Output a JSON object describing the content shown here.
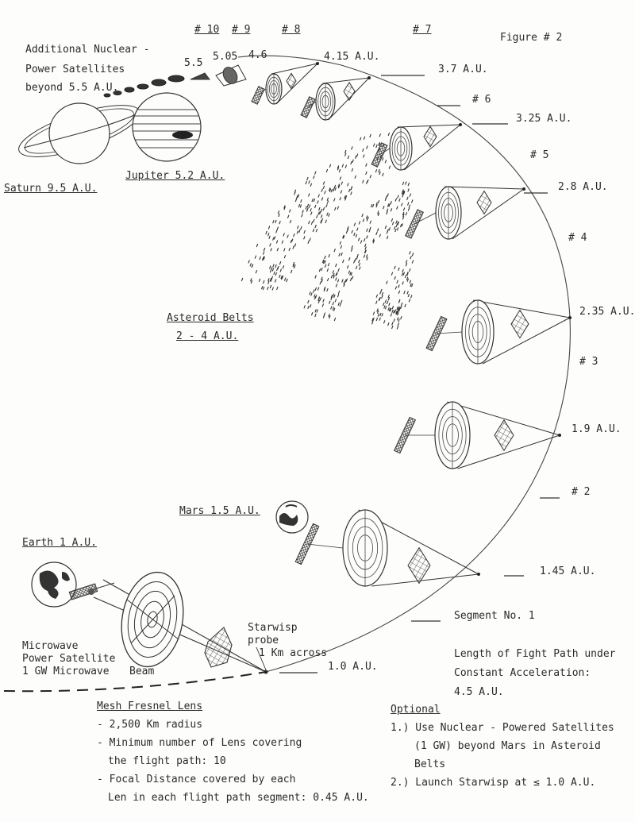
{
  "figure_label": "Figure # 2",
  "segments": [
    "# 10",
    "# 9",
    "# 8",
    "# 7",
    "# 6",
    "# 5",
    "# 4",
    "# 3",
    "# 2"
  ],
  "segment_one": "Segment No. 1",
  "distances": [
    "5.5",
    "5.05",
    "4.6",
    "4.15 A.U.",
    "3.7 A.U.",
    "3.25 A.U.",
    "2.8 A.U.",
    "2.35 A.U.",
    "1.9 A.U.",
    "1.45 A.U.",
    "1.0 A.U."
  ],
  "bodies": {
    "saturn": "Saturn 9.5 A.U.",
    "jupiter": "Jupiter 5.2 A.U.",
    "mars": "Mars 1.5 A.U.",
    "earth": "Earth 1 A.U.",
    "asteroid_title": "Asteroid Belts",
    "asteroid_range": "2 - 4 A.U."
  },
  "additional_nuclear": [
    "Additional Nuclear -",
    "Power Satellites",
    "beyond 5.5 A.U."
  ],
  "microwave": [
    "Microwave",
    "Power Satellite",
    "1 GW Microwave"
  ],
  "beam": "Beam",
  "probe": [
    "Starwisp",
    "probe",
    "1 Km across"
  ],
  "flight_path": [
    "Length of Fight Path under",
    "Constant Acceleration:",
    "4.5 A.U."
  ],
  "lens_notes": {
    "title": "Mesh Fresnel Lens",
    "lines": [
      "- 2,500 Km radius",
      "- Minimum number of Lens covering",
      "  the flight path: 10",
      "- Focal Distance covered by each",
      "  Len in each flight path segment: 0.45 A.U."
    ]
  },
  "optional": {
    "title": "Optional",
    "lines": [
      "1.) Use Nuclear - Powered Satellites",
      "    (1 GW) beyond Mars in Asteroid",
      "    Belts",
      "2.) Launch Starwisp at ≤ 1.0 A.U."
    ]
  }
}
